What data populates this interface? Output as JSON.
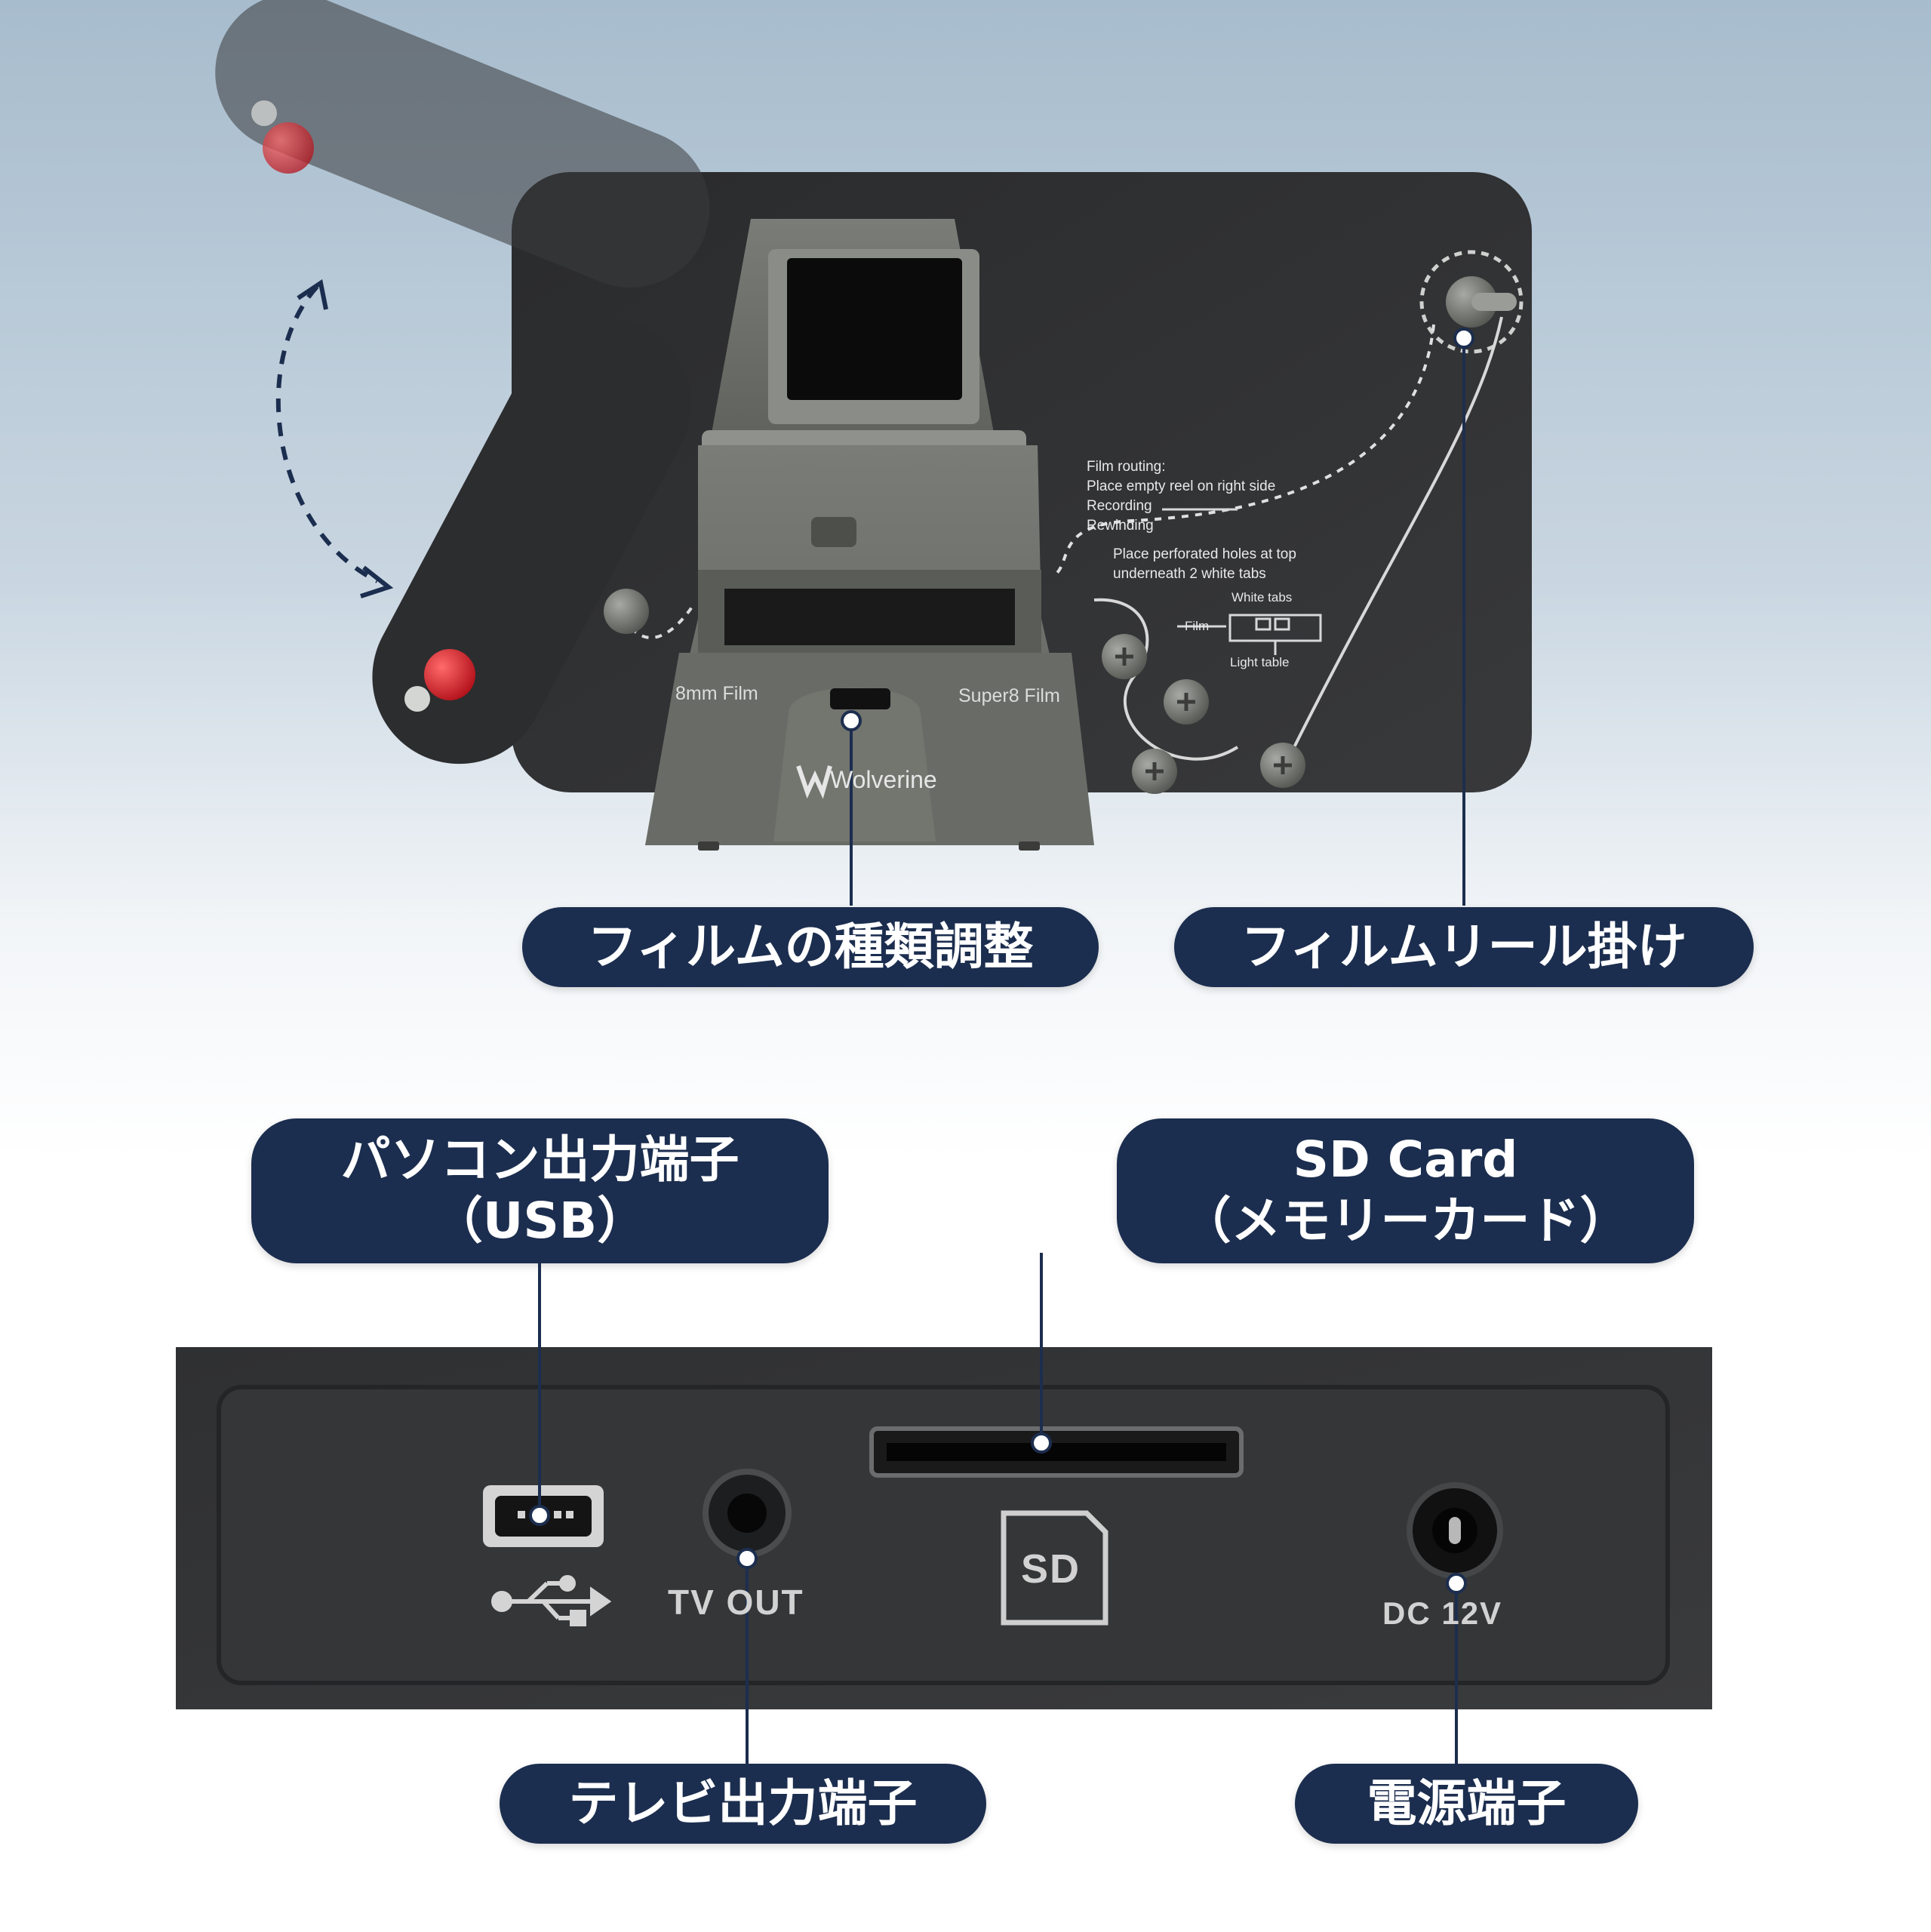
{
  "callouts": {
    "film_type": "フィルムの種類調整",
    "film_reel": "フィルムリール掛け",
    "usb_line1": "パソコン出力端子",
    "usb_line2": "（USB）",
    "sd_line1": "SD Card",
    "sd_line2": "（メモリーカード）",
    "tv_out": "テレビ出力端子",
    "power": "電源端子"
  },
  "device": {
    "brand": "Wolverine",
    "film_left": "8mm Film",
    "film_right": "Super8 Film",
    "routing_title": "Film routing:",
    "routing_reel": "Place empty reel on right side",
    "routing_recording": "Recording",
    "routing_rewinding": "Rewinding",
    "perforated_1": "Place perforated holes at top",
    "perforated_2": "underneath 2 white tabs",
    "white_tabs": "White tabs",
    "film_word": "Film",
    "light_table": "Light table"
  },
  "ports": {
    "tv_out": "TV OUT",
    "sd": "SD",
    "dc": "DC 12V"
  },
  "colors": {
    "callout_bg": "#1c2e4f",
    "device_panel": "#2d2e30",
    "device_body": "#6b6d68",
    "pin_red": "#d6242d"
  }
}
